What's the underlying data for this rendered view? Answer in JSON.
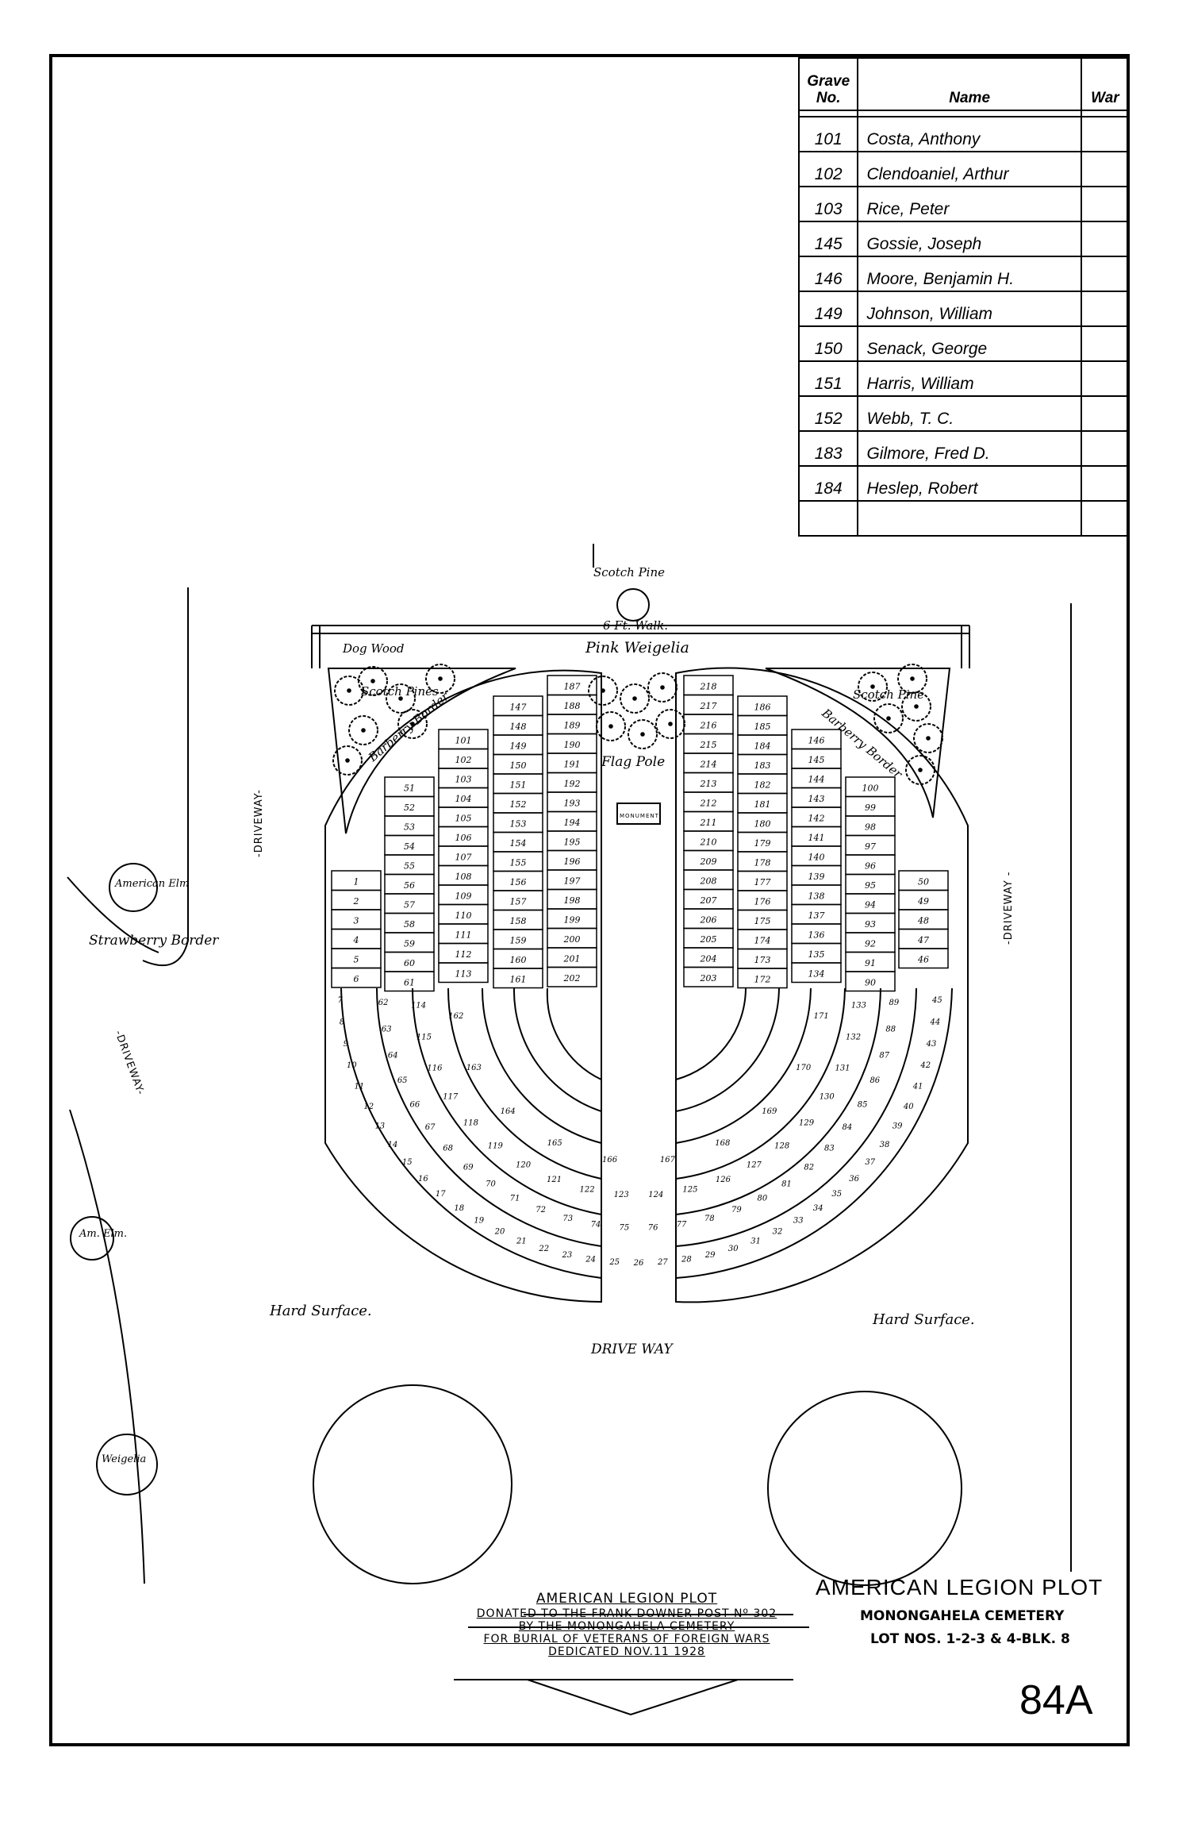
{
  "table": {
    "headers": {
      "grave_no": "Grave\nNo.",
      "name": "Name",
      "war": "War"
    },
    "rows": [
      {
        "no": "101",
        "name": "Costa, Anthony",
        "war": ""
      },
      {
        "no": "102",
        "name": "Clendoaniel, Arthur",
        "war": ""
      },
      {
        "no": "103",
        "name": "Rice, Peter",
        "war": ""
      },
      {
        "no": "145",
        "name": "Gossie, Joseph",
        "war": ""
      },
      {
        "no": "146",
        "name": "Moore, Benjamin H.",
        "war": ""
      },
      {
        "no": "149",
        "name": "Johnson, William",
        "war": ""
      },
      {
        "no": "150",
        "name": "Senack, George",
        "war": ""
      },
      {
        "no": "151",
        "name": "Harris, William",
        "war": ""
      },
      {
        "no": "152",
        "name": "Webb, T. C.",
        "war": ""
      },
      {
        "no": "183",
        "name": "Gilmore, Fred D.",
        "war": ""
      },
      {
        "no": "184",
        "name": "Heslep, Robert",
        "war": ""
      },
      {
        "no": "",
        "name": "",
        "war": ""
      }
    ]
  },
  "map": {
    "labels": {
      "scotch_pine_top": "Scotch Pine",
      "walk": "6 Ft. Walk.",
      "pink_weigelia": "Pink Weigelia",
      "dogwood": "Dog Wood",
      "scotch_pines_left": "Scotch Pines",
      "scotch_pine_right": "Scotch Pine",
      "barberry_left": "Barberry Border",
      "barberry_right": "Barberry Border",
      "flag_pole": "Flag Pole",
      "monument": "MONUMENT",
      "driveway_left": "-DRIVEWAY-",
      "driveway_right": "-DRIVEWAY -",
      "driveway_lower_left": "-DRIVEWAY-",
      "american_elm": "American Elm",
      "strawberry": "Strawberry Border",
      "am_elm": "Am. Elm.",
      "weigelia": "Weigelia",
      "hard_surface_left": "Hard Surface.",
      "hard_surface_right": "Hard Surface.",
      "drive_way": "DRIVE WAY"
    },
    "straight_columns": [
      [
        "1",
        "2",
        "3",
        "4",
        "5",
        "6"
      ],
      [
        "51",
        "52",
        "53",
        "54",
        "55",
        "56",
        "57",
        "58",
        "59",
        "60",
        "61"
      ],
      [
        "101",
        "102",
        "103",
        "104",
        "105",
        "106",
        "107",
        "108",
        "109",
        "110",
        "111",
        "112",
        "113"
      ],
      [
        "147",
        "148",
        "149",
        "150",
        "151",
        "152",
        "153",
        "154",
        "155",
        "156",
        "157",
        "158",
        "159",
        "160",
        "161"
      ],
      [
        "187",
        "188",
        "189",
        "190",
        "191",
        "192",
        "193",
        "194",
        "195",
        "196",
        "197",
        "198",
        "199",
        "200",
        "201",
        "202"
      ],
      [
        "218",
        "217",
        "216",
        "215",
        "214",
        "213",
        "212",
        "211",
        "210",
        "209",
        "208",
        "207",
        "206",
        "205",
        "204",
        "203"
      ],
      [
        "186",
        "185",
        "184",
        "183",
        "182",
        "181",
        "180",
        "179",
        "178",
        "177",
        "176",
        "175",
        "174",
        "173",
        "172"
      ],
      [
        "146",
        "145",
        "144",
        "143",
        "142",
        "141",
        "140",
        "139",
        "138",
        "137",
        "136",
        "135",
        "134"
      ],
      [
        "100",
        "99",
        "98",
        "97",
        "96",
        "95",
        "94",
        "93",
        "92",
        "91",
        "90"
      ],
      [
        "50",
        "49",
        "48",
        "47",
        "46"
      ]
    ],
    "ring_numbers": [
      [
        "7",
        "8",
        "9",
        "10",
        "11",
        "12",
        "13",
        "14",
        "15",
        "16",
        "17",
        "18",
        "19",
        "20",
        "21",
        "22",
        "23",
        "24",
        "25",
        "26",
        "27",
        "28",
        "29",
        "30",
        "31",
        "32",
        "33",
        "34",
        "35",
        "36",
        "37",
        "38",
        "39",
        "40",
        "41",
        "42",
        "43",
        "44",
        "45"
      ],
      [
        "62",
        "63",
        "64",
        "65",
        "66",
        "67",
        "68",
        "69",
        "70",
        "71",
        "72",
        "73",
        "74",
        "75",
        "76",
        "77",
        "78",
        "79",
        "80",
        "81",
        "82",
        "83",
        "84",
        "85",
        "86",
        "87",
        "88",
        "89"
      ],
      [
        "114",
        "115",
        "116",
        "117",
        "118",
        "119",
        "120",
        "121",
        "122",
        "123",
        "124",
        "125",
        "126",
        "127",
        "128",
        "129",
        "130",
        "131",
        "132",
        "133"
      ],
      [
        "162",
        "163",
        "164",
        "165",
        "166",
        "167",
        "168",
        "169",
        "170",
        "171"
      ]
    ]
  },
  "dedication": {
    "lines": [
      "AMERICAN LEGION PLOT",
      "DONATED TO THE FRANK DOWNER POST Nº 302",
      "BY THE MONONGAHELA CEMETERY",
      "FOR BURIAL OF VETERANS OF FOREIGN WARS",
      "DEDICATED NOV.11 1928"
    ]
  },
  "title_block": {
    "title": "AMERICAN LEGION PLOT",
    "cemetery": "MONONGAHELA CEMETERY",
    "lots": "LOT NOS. 1-2-3 & 4-BLK. 8",
    "sheet": "84A"
  }
}
